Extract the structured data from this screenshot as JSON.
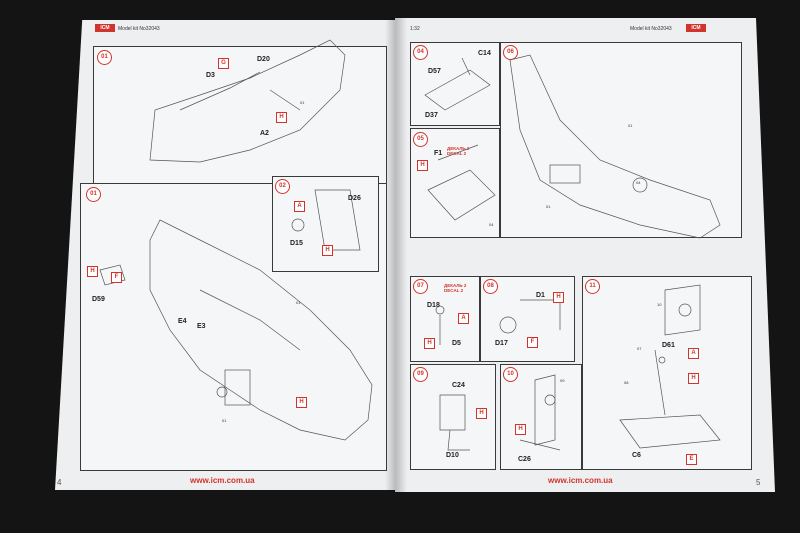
{
  "header": {
    "left_kit": "Model kit No32043",
    "right_kit": "Model kit No32043",
    "scale": "1:32",
    "brand": "ICM"
  },
  "footer": {
    "url_left": "www.icm.com.ua",
    "url_right": "www.icm.com.ua",
    "page_left": "4",
    "page_right": "5"
  },
  "steps": {
    "s01a": "01",
    "s01b": "01",
    "s02": "02",
    "s04": "04",
    "s05": "05",
    "s06": "06",
    "s07": "07",
    "s08": "08",
    "s09": "09",
    "s10": "10",
    "s11": "11"
  },
  "labels": {
    "d20": "D20",
    "d3": "D3",
    "a2": "A2",
    "d26": "D26",
    "d15": "D15",
    "d59": "D59",
    "e4": "E4",
    "e3": "E3",
    "c14": "C14",
    "d57": "D57",
    "d37": "D37",
    "f1": "F1",
    "d18": "D18",
    "d5": "D5",
    "d1": "D1",
    "d17": "D17",
    "c24": "C24",
    "d10": "D10",
    "c26": "C26",
    "d61": "D61",
    "c6": "C6"
  },
  "tags": {
    "t_g1": "G",
    "t_h1": "H",
    "t_a2": "A",
    "t_h2": "H",
    "t_h3": "H",
    "t_f3": "F",
    "t_h3b": "H",
    "t_h5": "H",
    "t_h7": "H",
    "t_a7": "A",
    "t_h8": "H",
    "t_f8": "F",
    "t_h9": "H",
    "t_h10": "H",
    "t_a11": "A",
    "t_h11": "H",
    "t_e11": "E"
  },
  "decals": {
    "d5_line1": "ДЕКАЛЬ 2",
    "d5_line2": "DECAL 2",
    "d7_line1": "ДЕКАЛЬ 2",
    "d7_line2": "DECAL 2"
  },
  "refs": {
    "r_01": "01",
    "r_02": "01",
    "r_03": "01",
    "r_06a": "01",
    "r_06b": "01",
    "r_06c": "04",
    "r_05": "04",
    "r_10": "09",
    "r_11a": "10",
    "r_11b": "07",
    "r_11c": "08"
  },
  "colors": {
    "accent": "#d0342c",
    "paper": "#eeeff1",
    "background": "#141414"
  }
}
